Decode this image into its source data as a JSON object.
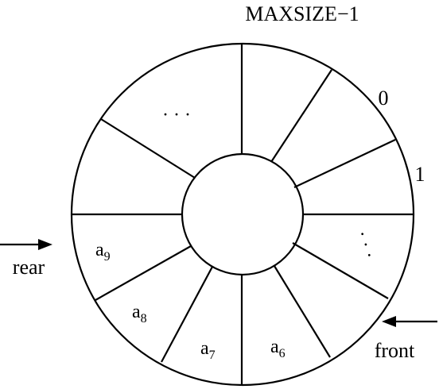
{
  "labels": {
    "top_index": "MAXSIZE−1",
    "index_0": "0",
    "index_1": "1",
    "rear": "rear",
    "front": "front",
    "ellipsis_top": "· · ·",
    "ellipsis_right": "· · ·"
  },
  "elements": [
    {
      "base": "a",
      "sub": "9"
    },
    {
      "base": "a",
      "sub": "8"
    },
    {
      "base": "a",
      "sub": "7"
    },
    {
      "base": "a",
      "sub": "6"
    }
  ]
}
